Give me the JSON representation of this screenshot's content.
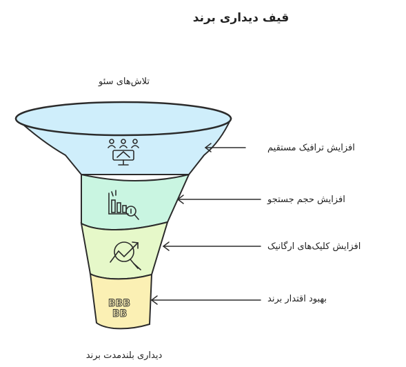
{
  "title": "قیف دیداری برند",
  "top_label": "تلاش‌های سئو",
  "bottom_label": "دیداری بلندمدت برند",
  "stages": [
    {
      "label": "افزایش ترافیک مستقیم",
      "icon": "people-network-icon",
      "color": "#cfeefb"
    },
    {
      "label": "افزایش حجم جستجو",
      "icon": "bar-chart-search-icon",
      "color": "#c9f5e1"
    },
    {
      "label": "افزایش کلیک‌های ارگانیک",
      "icon": "growth-search-icon",
      "color": "#e6f8c9"
    },
    {
      "label": "بهبود اقتدار برند",
      "icon": "brand-blocks-icon",
      "color": "#fbf0b4"
    }
  ],
  "colors": {
    "stroke": "#2b2b2b"
  }
}
